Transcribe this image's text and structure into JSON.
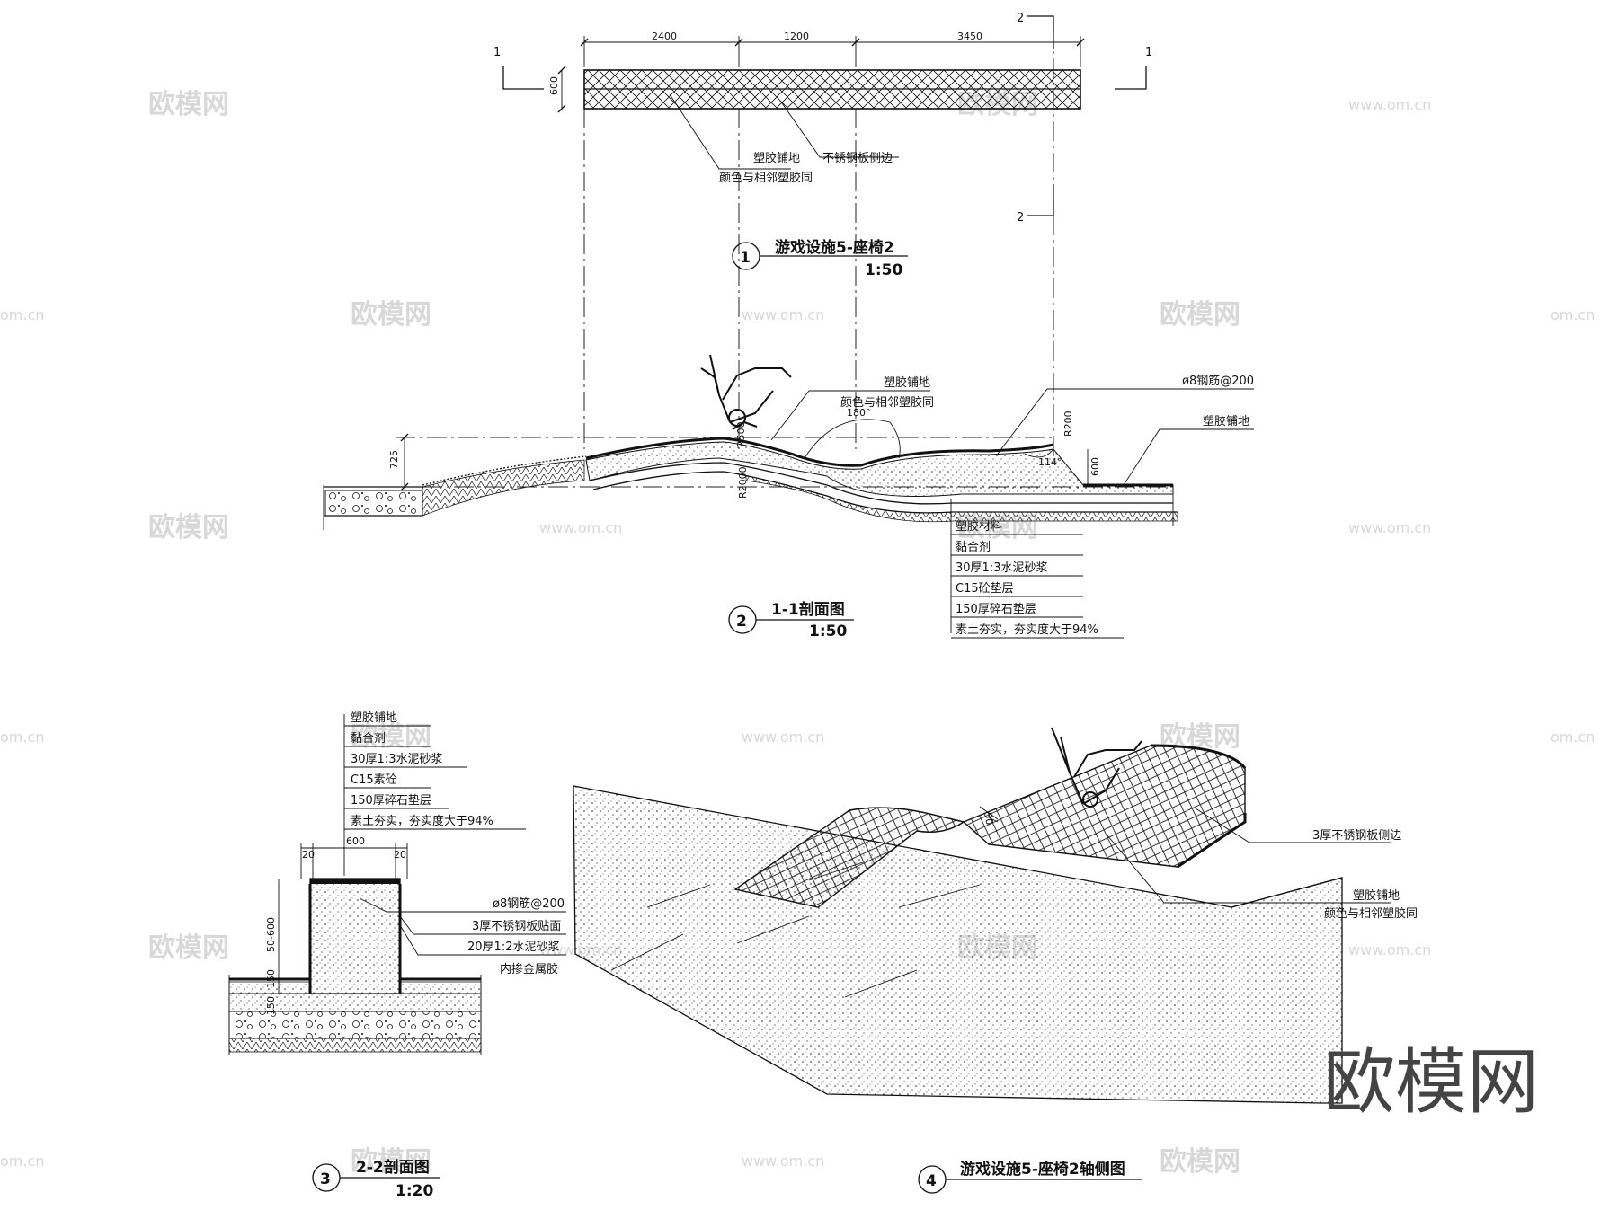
{
  "plan": {
    "dims": [
      "2400",
      "1200",
      "3450",
      "600"
    ],
    "section_mark_1": "1",
    "section_mark_2": "2",
    "note_plastic": "塑胶铺地",
    "note_color": "颜色与相邻塑胶同",
    "note_steel_edge": "不锈钢板侧边",
    "title_number": "1",
    "title": "游戏设施5-座椅2",
    "scale": "1:50"
  },
  "section_1_1": {
    "height_dim": "725",
    "r500": "R500",
    "r2000": "R2000",
    "r200": "R200",
    "angle": "180°",
    "angle2": "114°",
    "dim_600": "600",
    "note_plastic": "塑胶铺地",
    "note_color": "颜色与相邻塑胶同",
    "note_rebar": "ø8钢筋@200",
    "note_plastic2": "塑胶铺地",
    "layers": [
      "塑胶材料",
      "黏合剂",
      "30厚1:3水泥砂浆",
      "C15砼垫层",
      "150厚碎石垫层",
      "素土夯实，夯实度大于94%"
    ],
    "title_number": "2",
    "title": "1-1剖面图",
    "scale": "1:50"
  },
  "section_2_2": {
    "layers": [
      "塑胶铺地",
      "黏合剂",
      "30厚1:3水泥砂浆",
      "C15素砼",
      "150厚碎石垫层",
      "素土夯实，夯实度大于94%"
    ],
    "dim_top": "600",
    "dim_20a": "20",
    "dim_20b": "20",
    "dim_height": "50-600",
    "dim_150a": "150",
    "dim_150b": "150",
    "note_rebar": "ø8钢筋@200",
    "note_steel": "3厚不锈钢板贴面",
    "note_mortar": "20厚1:2水泥砂浆",
    "note_glue": "内掺金属胶",
    "title_number": "3",
    "title": "2-2剖面图",
    "scale": "1:20"
  },
  "axonometric": {
    "dim_50": "50",
    "note_steel": "3厚不锈钢板侧边",
    "note_plastic": "塑胶铺地",
    "note_color": "颜色与相邻塑胶同",
    "title_number": "4",
    "title": "游戏设施5-座椅2轴侧图"
  },
  "watermark": {
    "brand": "欧模网",
    "url": "www.om.cn",
    "url_partial": "om.cn"
  }
}
